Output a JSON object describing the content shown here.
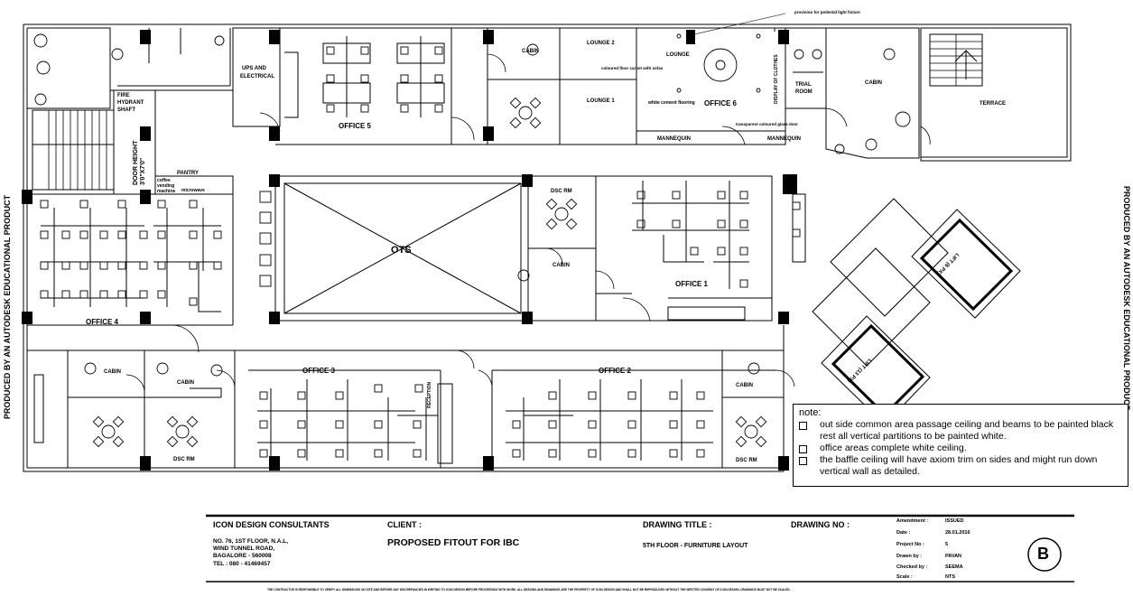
{
  "watermark": "PRODUCED BY AN AUTODESK EDUCATIONAL PRODUCT",
  "rooms": {
    "office1": "OFFICE 1",
    "office2": "OFFICE 2",
    "office3": "OFFICE 3",
    "office4": "OFFICE 4",
    "office5": "OFFICE 5",
    "office6": "OFFICE 6",
    "ots": "OTS",
    "terrace": "TERRACE",
    "cabin": "CABIN",
    "dsc_rm": "DSC RM",
    "lounge": "LOUNGE",
    "lounge1": "LOUNGE 1",
    "lounge2": "LOUNGE 2",
    "ups": "UPS AND",
    "ups2": "ELECTRICAL",
    "fire1": "FIRE",
    "fire2": "HYDRANT",
    "fire3": "SHAFT",
    "pantry": "PANTRY",
    "coffee1": "coffee",
    "coffee2": "vending",
    "coffee3": "machine",
    "microwave": "microwave",
    "door_height": "DOOR HEIGHT",
    "door_height2": "3'0\"X7'0\"",
    "reception": "RECEPTION",
    "trial1": "TRIAL",
    "trial2": "ROOM",
    "display": "DISPLAY OF CLOTHES",
    "mannequin": "MANNEQUIN",
    "white_cement": "white cement flooring",
    "carpet": "coloured floor carpet with sofas",
    "glass_door": "transparent coloured glass door",
    "pedestal": "provision for pedestal light fixture",
    "lift1": "LIFT (6 PX)",
    "lift2": "LIFT (13 PX)"
  },
  "notes": {
    "title": "note:",
    "items": [
      "out side common area passage ceiling and beams to be painted black rest all vertical partitions to be painted white.",
      "office areas complete white ceiling.",
      "the baffle ceiling will have axiom trim on sides and might run down vertical wall as detailed."
    ]
  },
  "title_block": {
    "company": "ICON DESIGN CONSULTANTS",
    "address1": "NO. 76, 1ST FLOOR, N.A.L,",
    "address2": "WIND TUNNEL ROAD,",
    "address3": "BAGALORE - 560008",
    "tel": "TEL : 080 - 41469457",
    "client_label": "CLIENT :",
    "client_value": "PROPOSED FITOUT FOR IBC",
    "drawing_title_label": "DRAWING TITLE :",
    "drawing_title_value": "5TH FLOOR - FURNITURE LAYOUT",
    "drawing_no_label": "DRAWING NO :",
    "amendment_label": "Amendment :",
    "amendment_value": "ISSUED",
    "date_label": "Date :",
    "date_value": "28.01.2016",
    "project_label": "Project No :",
    "project_value": "5",
    "drawn_label": "Drawn by :",
    "drawn_value": "PAVAN",
    "checked_label": "Checked by :",
    "checked_value": "SEEMA",
    "scale_label": "Scale :",
    "scale_value": "NTS",
    "revision": "B",
    "disclaimer": "THE CONTRACTOR IS RESPONSIBLE TO VERIFY ALL DIMENSIONS ON SITE AND BEFORE ANY DISCREPANCIES IN WRITING TO ICON DESIGN BEFORE PROCEEDING WITH WORK. ALL DESIGNS AND DRAWINGS ARE THE PROPERTY OF ICON DESIGN AND SHALL NOT BE REPRODUCED WITHOUT THE WRITTEN CONSENT OF ICON DESIGN. DRAWINGS MUST NOT BE SCALED."
  }
}
